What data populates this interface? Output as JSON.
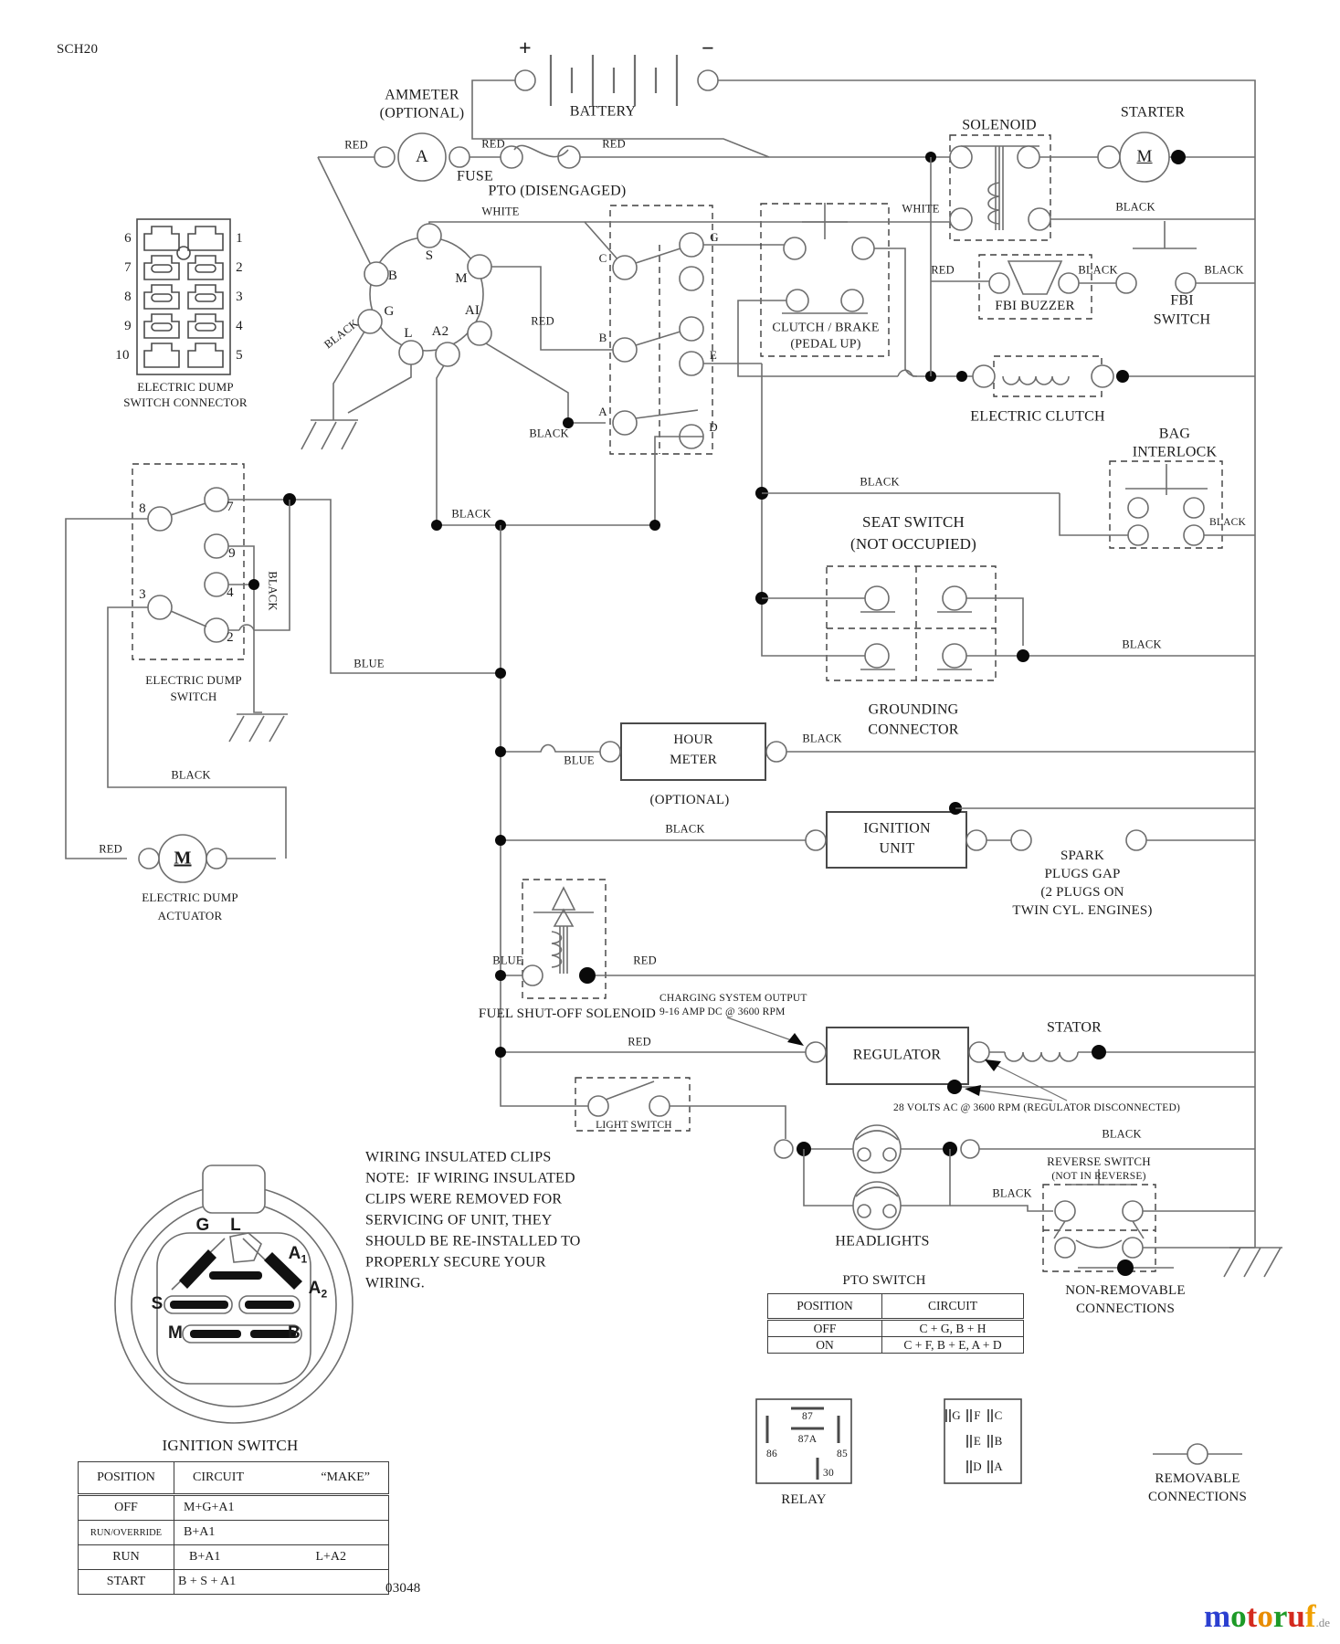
{
  "meta": {
    "sheet_code": "SCH20",
    "drawing_number": "03048",
    "logo": {
      "letters": [
        "m",
        "o",
        "t",
        "o",
        "r",
        "u",
        "f"
      ],
      "colors": [
        "#2b3fd0",
        "#1d9a27",
        "#d42a1e",
        "#e88c00",
        "#1d9a27",
        "#d42a1e",
        "#f0a000"
      ],
      "suffix": ".de"
    }
  },
  "components": {
    "battery": {
      "label": "BATTERY",
      "plus": "+",
      "minus": "−"
    },
    "ammeter": {
      "line1": "AMMETER",
      "line2": "(OPTIONAL)",
      "symbol": "A"
    },
    "fuse": {
      "label": "FUSE"
    },
    "pto": {
      "title": "PTO (DISENGAGED)",
      "pins": {
        "c": "C",
        "g": "G",
        "b": "B",
        "e": "E",
        "a": "A",
        "d": "D"
      }
    },
    "solenoid": {
      "label": "SOLENOID"
    },
    "starter": {
      "label": "STARTER",
      "symbol": "M"
    },
    "fbi_buzzer": {
      "label": "FBI BUZZER"
    },
    "fbi_switch": {
      "line1": "FBI",
      "line2": "SWITCH"
    },
    "clutch_brake": {
      "line1": "CLUTCH / BRAKE",
      "line2": "(PEDAL UP)"
    },
    "electric_clutch": {
      "label": "ELECTRIC CLUTCH"
    },
    "bag_interlock": {
      "line1": "BAG",
      "line2": "INTERLOCK"
    },
    "seat_switch": {
      "line1": "SEAT SWITCH",
      "line2": "(NOT OCCUPIED)"
    },
    "grounding_connector": {
      "line1": "GROUNDING",
      "line2": "CONNECTOR"
    },
    "dump_connector": {
      "line1": "ELECTRIC DUMP",
      "line2": "SWITCH CONNECTOR",
      "left_pins": [
        "6",
        "7",
        "8",
        "9",
        "10"
      ],
      "right_pins": [
        "1",
        "2",
        "3",
        "4",
        "5"
      ]
    },
    "ignition_connector": {
      "terminals": {
        "s": "S",
        "b": "B",
        "m": "M",
        "g": "G",
        "l": "L",
        "a2": "A2",
        "ai": "AI"
      }
    },
    "dump_switch": {
      "line1": "ELECTRIC DUMP",
      "line2": "SWITCH",
      "pins": {
        "p8": "8",
        "p7": "7",
        "p9": "9",
        "p4": "4",
        "p3": "3",
        "p2": "2"
      }
    },
    "hour_meter": {
      "line1": "HOUR",
      "line2": "METER",
      "note": "(OPTIONAL)"
    },
    "ignition_unit": {
      "line1": "IGNITION",
      "line2": "UNIT"
    },
    "spark_plugs": {
      "line1": "SPARK",
      "line2": "PLUGS GAP",
      "line3": "(2 PLUGS ON",
      "line4": "TWIN CYL. ENGINES)"
    },
    "dump_actuator": {
      "line1": "ELECTRIC DUMP",
      "line2": "ACTUATOR",
      "symbol": "M"
    },
    "fuel_solenoid": {
      "label": "FUEL SHUT-OFF SOLENOID"
    },
    "regulator": {
      "label": "REGULATOR"
    },
    "stator": {
      "label": "STATOR"
    },
    "charging_note": {
      "line1": "CHARGING SYSTEM OUTPUT",
      "line2": "9-16 AMP DC @ 3600 RPM"
    },
    "volts_note": "28 VOLTS AC @ 3600 RPM (REGULATOR DISCONNECTED)",
    "light_switch": {
      "label": "LIGHT SWITCH"
    },
    "headlights": {
      "label": "HEADLIGHTS"
    },
    "reverse_switch": {
      "line1": "REVERSE SWITCH",
      "line2": "(NOT IN REVERSE)"
    }
  },
  "wire_labels": {
    "red_feed": "RED",
    "red_fuse_in": "RED",
    "red_fuse_out": "RED",
    "white_ignition": "WHITE",
    "white_solenoid": "WHITE",
    "black_solenoid": "BLACK",
    "red_buzzer": "RED",
    "black_buzzer": "BLACK",
    "black_fbi": "BLACK",
    "black_ground": "BLACK",
    "red_pto": "RED",
    "black_pto": "BLACK",
    "black_mid": "BLACK",
    "black_seat": "BLACK",
    "black_bag": "BLACK",
    "blue_dump": "BLUE",
    "black_dump_vertical": "BLACK",
    "black_actuator": "BLACK",
    "red_actuator": "RED",
    "blue_hour": "BLUE",
    "black_hour": "BLACK",
    "black_grounding": "BLACK",
    "black_ignition_unit": "BLACK",
    "blue_fuel": "BLUE",
    "red_fuel": "RED",
    "red_regulator": "RED",
    "black_headlights": "BLACK",
    "black_reverse": "BLACK"
  },
  "pto_table": {
    "title": "PTO SWITCH",
    "headers": [
      "POSITION",
      "CIRCUIT"
    ],
    "rows": [
      [
        "OFF",
        "C + G, B + H"
      ],
      [
        "ON",
        "C + F, B + E, A + D"
      ]
    ]
  },
  "ignition_switch": {
    "title": "IGNITION SWITCH",
    "terminals": {
      "g": "G",
      "l": "L",
      "a1": "A",
      "a1_sub": "1",
      "a2": "A",
      "a2_sub": "2",
      "s": "S",
      "m": "M",
      "b": "B"
    }
  },
  "ignition_table": {
    "headers": [
      "POSITION",
      "CIRCUIT",
      "“MAKE”"
    ],
    "rows": [
      {
        "position": "OFF",
        "circuit": "M+G+A1",
        "make": ""
      },
      {
        "position": "RUN/OVERRIDE",
        "circuit": "B+A1",
        "make": ""
      },
      {
        "position": "RUN",
        "circuit": "B+A1",
        "make": "L+A2"
      },
      {
        "position": "START",
        "circuit": "B + S + A1",
        "make": ""
      }
    ]
  },
  "note": {
    "lines": [
      "WIRING INSULATED CLIPS",
      "NOTE:  IF WIRING INSULATED",
      "CLIPS WERE REMOVED FOR",
      "SERVICING OF UNIT, THEY",
      "SHOULD BE RE-INSTALLED TO",
      "PROPERLY SECURE YOUR",
      "WIRING."
    ]
  },
  "relay": {
    "label": "RELAY",
    "pins": {
      "p87": "87",
      "p87a": "87A",
      "p86": "86",
      "p85": "85",
      "p30": "30"
    }
  },
  "pin_connector": {
    "rows": [
      [
        "G",
        "F",
        "C"
      ],
      [
        "E",
        "B"
      ],
      [
        "D",
        "A"
      ]
    ]
  },
  "legend": {
    "non_removable": {
      "line1": "NON-REMOVABLE",
      "line2": "CONNECTIONS"
    },
    "removable": {
      "line1": "REMOVABLE",
      "line2": "CONNECTIONS"
    }
  }
}
